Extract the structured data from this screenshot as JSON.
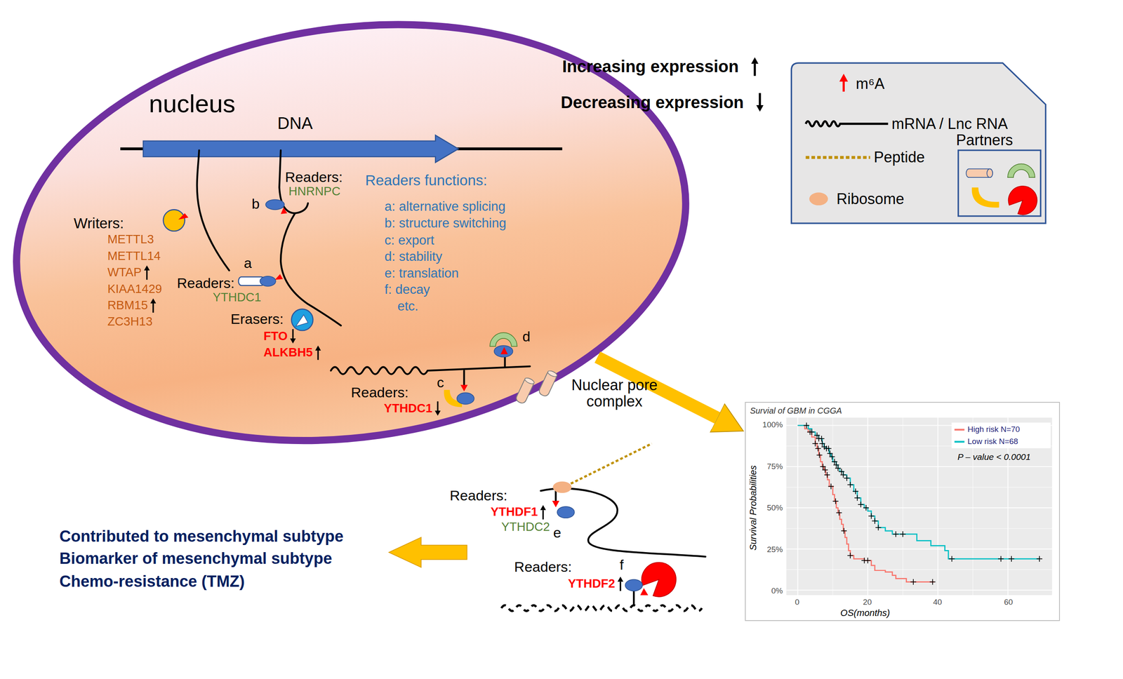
{
  "diagram": {
    "nodes": [
      {
        "text": [
          "nucleus"
        ]
      },
      {
        "text": [
          "Survial of GBM in CGGA"
        ]
      }
    ],
    "edges": [
      {
        "from": 0,
        "to": 1,
        "arrow": "to"
      }
    ],
    "labels": [
      "DNA",
      "Readers:",
      "HNRNPC",
      "b",
      "Readers functions:",
      "a: alternative splicing",
      "b: structure switching",
      "c: export",
      "d: stability",
      "e: translation",
      "f: decay",
      "etc.",
      "Writers:",
      "METTL3",
      "METTL14",
      "WTAP",
      "KIAA1429",
      "RBM15",
      "ZC3H13",
      "a",
      "Readers:",
      "YTHDC1",
      "Erasers:",
      "FTO",
      "ALKBH5",
      "d",
      "c",
      "Readers:",
      "YTHDC1",
      "Nuclear pore complex",
      "Readers:",
      "YTHDF1",
      "YTHDC2",
      "e",
      "Readers:",
      "YTHDF2",
      "f",
      "Contributed to mesenchymal subtype",
      "Biomarker of mesenchymal subtype",
      "Chemo-resistance (TMZ)",
      "100%",
      "75%",
      "50%",
      "25%",
      "0%",
      "0",
      "20",
      "40",
      "60",
      "Survival Probabilities",
      "OS(months)",
      "P – value < 0.0001"
    ],
    "legend": [
      {
        "text": "Increasing expression"
      },
      {
        "text": "Decreasing expression"
      },
      {
        "text": "m⁶A"
      },
      {
        "text": "mRNA / Lnc RNA"
      },
      {
        "text": "Peptide"
      },
      {
        "text": "Ribosome"
      },
      {
        "text": "Partners"
      },
      {
        "text": "High risk N=70",
        "color": "#F8766D"
      },
      {
        "text": "Low risk N=68",
        "color": "#00BFC4"
      }
    ]
  }
}
